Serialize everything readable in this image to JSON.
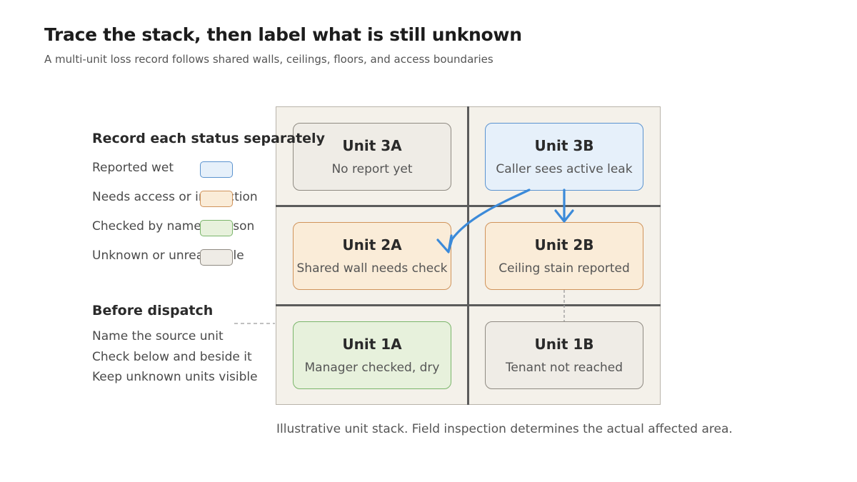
{
  "header": {
    "title": "Trace the stack, then label what is still unknown",
    "subtitle": "A multi-unit loss record follows shared walls, ceilings, floors, and access boundaries"
  },
  "legend": {
    "heading": "Record each status separately",
    "items": [
      {
        "label": "Reported wet",
        "color": "#e6f0fa",
        "border": "#5b93cf"
      },
      {
        "label": "Needs access or inspection",
        "color": "#faecd8",
        "border": "#d0935a"
      },
      {
        "label": "Checked by named person",
        "color": "#e7f1dc",
        "border": "#7ab56a"
      },
      {
        "label": "Unknown or unreachable",
        "color": "#efece6",
        "border": "#8f8a82"
      }
    ]
  },
  "before_dispatch": {
    "heading": "Before dispatch",
    "items": [
      "Name the source unit",
      "Check below and beside it",
      "Keep unknown units visible"
    ]
  },
  "units": {
    "u3a": {
      "name": "Unit 3A",
      "status": "No report yet"
    },
    "u3b": {
      "name": "Unit 3B",
      "status": "Caller sees active leak"
    },
    "u2a": {
      "name": "Unit 2A",
      "status": "Shared wall needs check"
    },
    "u2b": {
      "name": "Unit 2B",
      "status": "Ceiling stain reported"
    },
    "u1a": {
      "name": "Unit 1A",
      "status": "Manager checked, dry"
    },
    "u1b": {
      "name": "Unit 1B",
      "status": "Tenant not reached"
    }
  },
  "colors": {
    "arrow": "#3b8ad9",
    "grid_bg": "#f4f1ea",
    "grid_lines": "#5b5b5b"
  },
  "caption": "Illustrative unit stack. Field inspection determines the actual affected area."
}
